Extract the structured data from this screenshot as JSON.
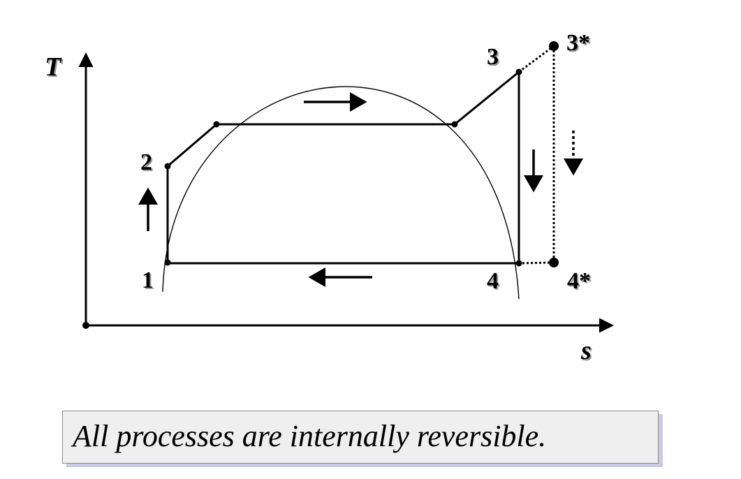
{
  "axes": {
    "y_label": "T",
    "x_label": "s"
  },
  "states": [
    {
      "id": "1",
      "label": "1"
    },
    {
      "id": "2",
      "label": "2"
    },
    {
      "id": "3",
      "label": "3"
    },
    {
      "id": "4",
      "label": "4"
    },
    {
      "id": "3s",
      "label": "3*"
    },
    {
      "id": "4s",
      "label": "4*"
    }
  ],
  "caption": "All processes are internally reversible."
}
